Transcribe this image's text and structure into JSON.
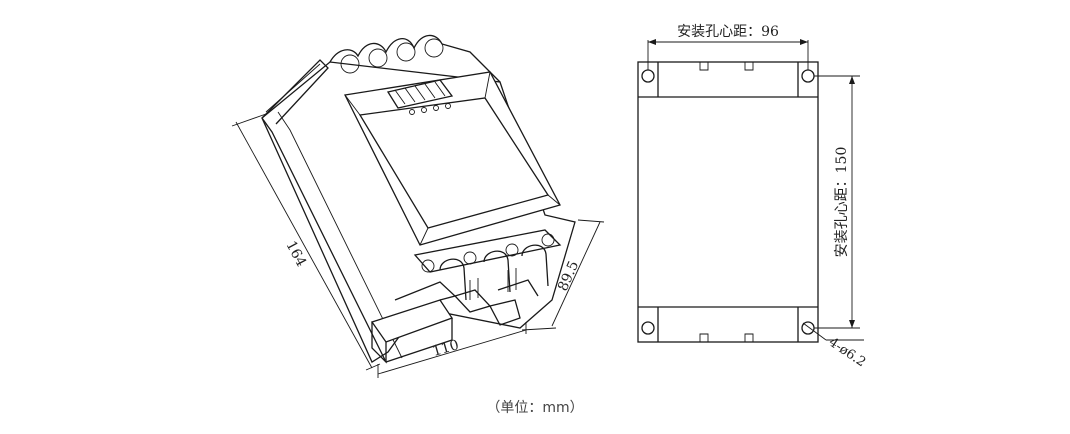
{
  "iso_view": {
    "dim_height": "164",
    "dim_depth": "89.5",
    "dim_width": "110"
  },
  "plan_view": {
    "hole_spacing_horizontal": "安装孔心距：96",
    "hole_spacing_vertical": "安装孔心距：150",
    "hole_spec": "4-ø6.2"
  },
  "caption": "（单位：mm）"
}
